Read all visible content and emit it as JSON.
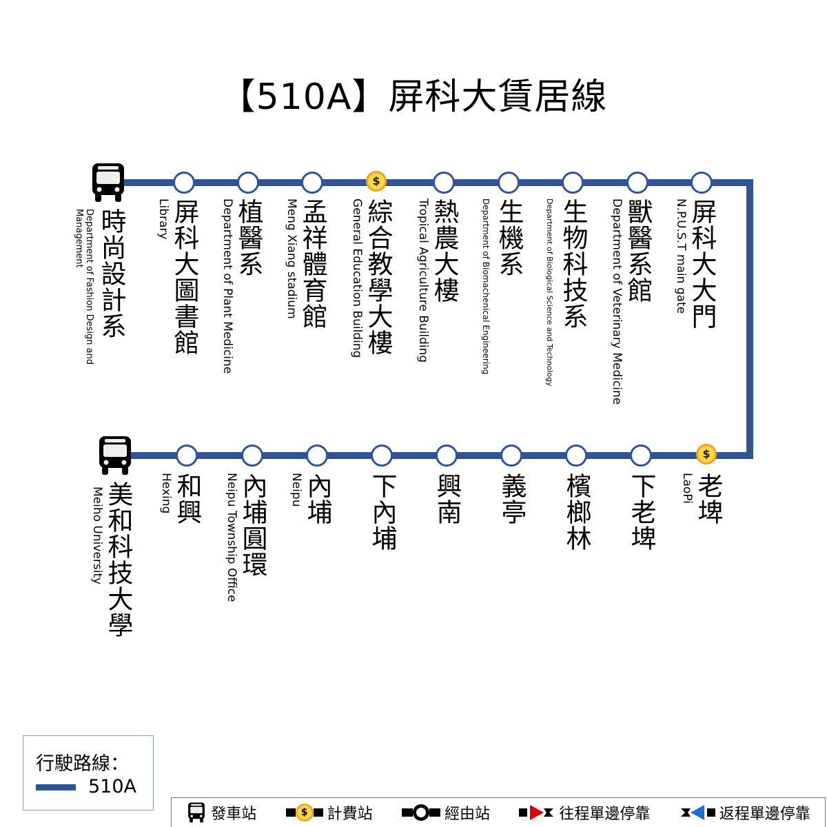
{
  "title": "【510A】屏科大賃居線",
  "colors": {
    "route": "#2f5597",
    "fare": "#f7b731",
    "outbound": "#e00000",
    "return": "#1f6fd1"
  },
  "top_stations": [
    {
      "zh": "時尚設計系",
      "en": "Department of Fashion Design and Management",
      "type": "terminal"
    },
    {
      "zh": "屏科大圖書館",
      "en": "Library",
      "type": "stop"
    },
    {
      "zh": "植醫系",
      "en": "Department of Plant Medicine",
      "type": "stop"
    },
    {
      "zh": "孟祥體育館",
      "en": "Meng Xiang stadium",
      "type": "stop"
    },
    {
      "zh": "綜合教學大樓",
      "en": "General Education Building",
      "type": "fare"
    },
    {
      "zh": "熱農大樓",
      "en": "Tropical Agriculture Building",
      "type": "stop"
    },
    {
      "zh": "生機系",
      "en": "Department of Biomachenical Engineering",
      "type": "stop"
    },
    {
      "zh": "生物科技系",
      "en": "Department of Biological Science and Technology",
      "type": "stop"
    },
    {
      "zh": "獸醫系館",
      "en": "Department of Veterinary Medicine",
      "type": "stop"
    },
    {
      "zh": "屏科大大門",
      "en": "N.P.U.S.T main gate",
      "type": "stop"
    }
  ],
  "bottom_stations": [
    {
      "zh": "美和科技大學",
      "en": "Meiho University",
      "type": "terminal"
    },
    {
      "zh": "和興",
      "en": "Hexing",
      "type": "stop"
    },
    {
      "zh": "內埔圓環",
      "en": "Neipu Township Office",
      "type": "stop"
    },
    {
      "zh": "內埔",
      "en": "Neipu",
      "type": "stop"
    },
    {
      "zh": "下內埔",
      "en": "",
      "type": "stop"
    },
    {
      "zh": "興南",
      "en": "",
      "type": "stop"
    },
    {
      "zh": "義亭",
      "en": "",
      "type": "stop"
    },
    {
      "zh": "檳榔林",
      "en": "",
      "type": "stop"
    },
    {
      "zh": "下老埤",
      "en": "",
      "type": "stop"
    },
    {
      "zh": "老埤",
      "en": "LaoPi",
      "type": "fare"
    }
  ],
  "coin_symbol": "$",
  "legend": {
    "title": "行駛路線：",
    "route_label": "510A"
  },
  "key": {
    "terminal": "發車站",
    "fare": "計費站",
    "stop": "經由站",
    "outbound": "往程單邊停靠",
    "return": "返程單邊停靠"
  }
}
